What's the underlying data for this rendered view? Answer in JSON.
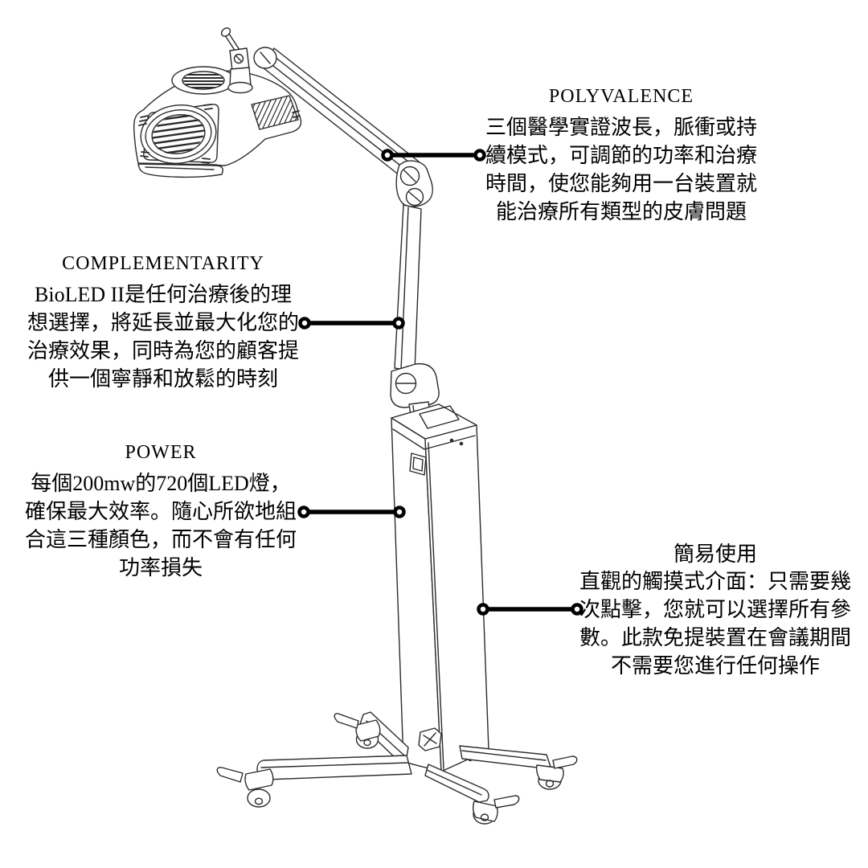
{
  "colors": {
    "background": "#ffffff",
    "ink": "#000000",
    "line_art": "#2b2b2b"
  },
  "callouts": {
    "polyvalence": {
      "title": "POLYVALENCE",
      "body": [
        "三個醫學實證波長，脈衝或持",
        "續模式，可調節的功率和治療",
        "時間，使您能夠用一台裝置就",
        "能治療所有類型的皮膚問題"
      ]
    },
    "complementarity": {
      "title": "COMPLEMENTARITY",
      "body": [
        "BioLED II是任何治療後的理",
        "想選擇，將延長並最大化您的",
        "治療效果，同時為您的顧客提",
        "供一個寧靜和放鬆的時刻"
      ]
    },
    "power": {
      "title": "POWER",
      "body": [
        "每個200mw的720個LED燈，",
        "確保最大效率。隨心所欲地組",
        "合這三種顏色，而不會有任何",
        "功率損失"
      ]
    },
    "ease_of_use": {
      "title": "簡易使用",
      "body": [
        "直觀的觸摸式介面：只需要幾",
        "次點擊，您就可以選擇所有參",
        "數。此款免提裝置在會議期間",
        "不需要您進行任何操作"
      ]
    }
  },
  "illustration": {
    "parts": [
      "lamp-head",
      "top-vent",
      "front-vent",
      "side-louver",
      "head-mount",
      "upper-arm",
      "elbow-joint",
      "lower-arm",
      "arm-clamp",
      "control-column",
      "power-switch",
      "top-panel",
      "star-base",
      "casters"
    ]
  }
}
